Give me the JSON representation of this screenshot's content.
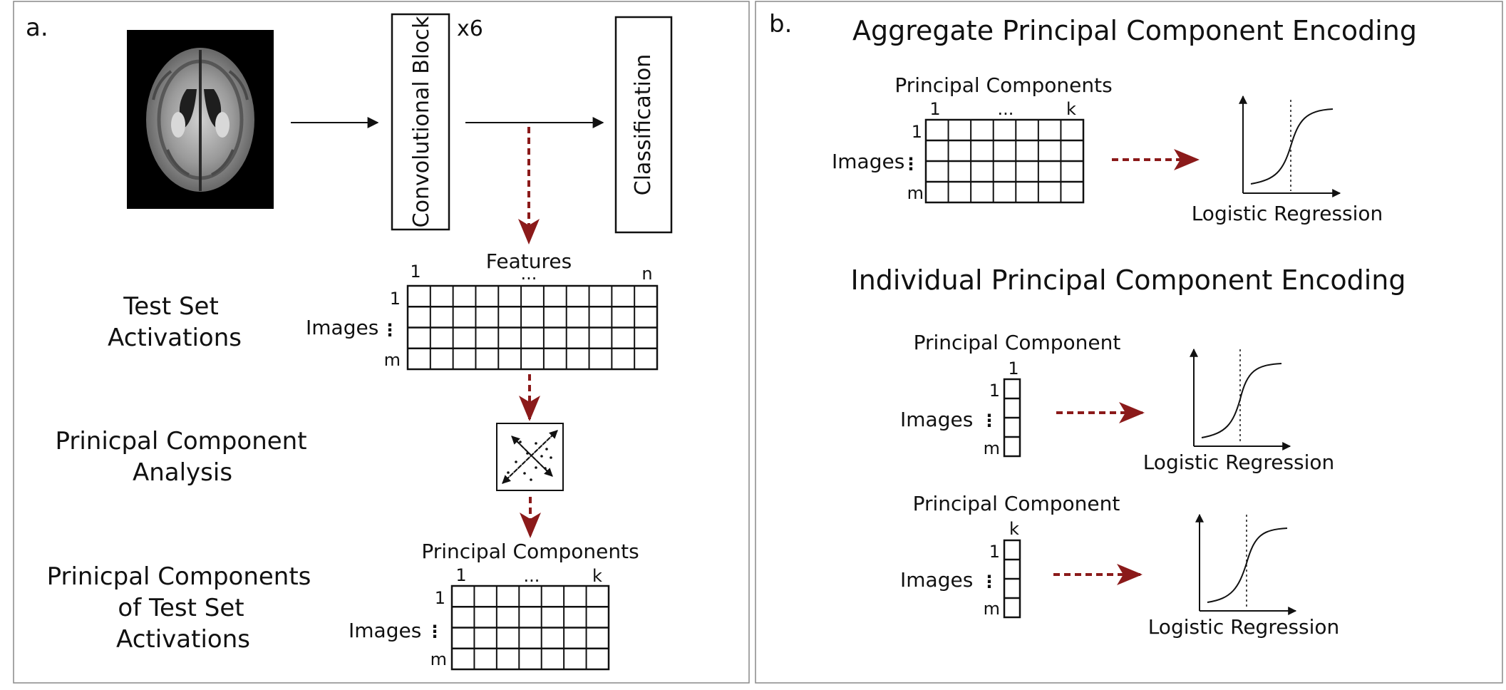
{
  "panel_a": {
    "label": "a.",
    "repeat_label": "x6",
    "conv_block": "Convolutional Block",
    "classification": "Classification",
    "features_title": "Features",
    "features_index_start": "1",
    "features_index_mid": "...",
    "features_index_end": "n",
    "images_label": "Images",
    "row_first": "1",
    "row_mid": "⋮",
    "row_last": "m",
    "test_set_line1": "Test Set",
    "test_set_line2": "Activations",
    "pca_line1": "Prinicpal Component",
    "pca_line2": "Analysis",
    "pc_line1": "Prinicpal Components",
    "pc_line2": "of Test Set",
    "pc_line3": "Activations",
    "pc_title": "Principal Components",
    "pc_index_start": "1",
    "pc_index_mid": "...",
    "pc_index_end": "k",
    "pc_images_label": "Images"
  },
  "panel_b": {
    "label": "b.",
    "aggregate_title": "Aggregate Principal Component Encoding",
    "agg_matrix_title": "Principal Components",
    "agg_index_start": "1",
    "agg_index_mid": "...",
    "agg_index_end": "k",
    "agg_images_label": "Images",
    "agg_logreg_label": "Logistic Regression",
    "individual_title": "Individual Principal Component Encoding",
    "ind1_title": "Principal Component",
    "ind1_index": "1",
    "ind1_images_label": "Images",
    "ind1_logreg_label": "Logistic Regression",
    "ind2_title": "Principal Component",
    "ind2_index": "k",
    "ind2_images_label": "Images",
    "ind2_logreg_label": "Logistic Regression",
    "row_first": "1",
    "row_mid": "⋮",
    "row_last": "m"
  },
  "colors": {
    "dashed_arrow": "#8b1a1a",
    "line": "#111111"
  },
  "icons": {
    "brain": "brain-mri-icon",
    "pca": "pca-scatter-icon"
  }
}
